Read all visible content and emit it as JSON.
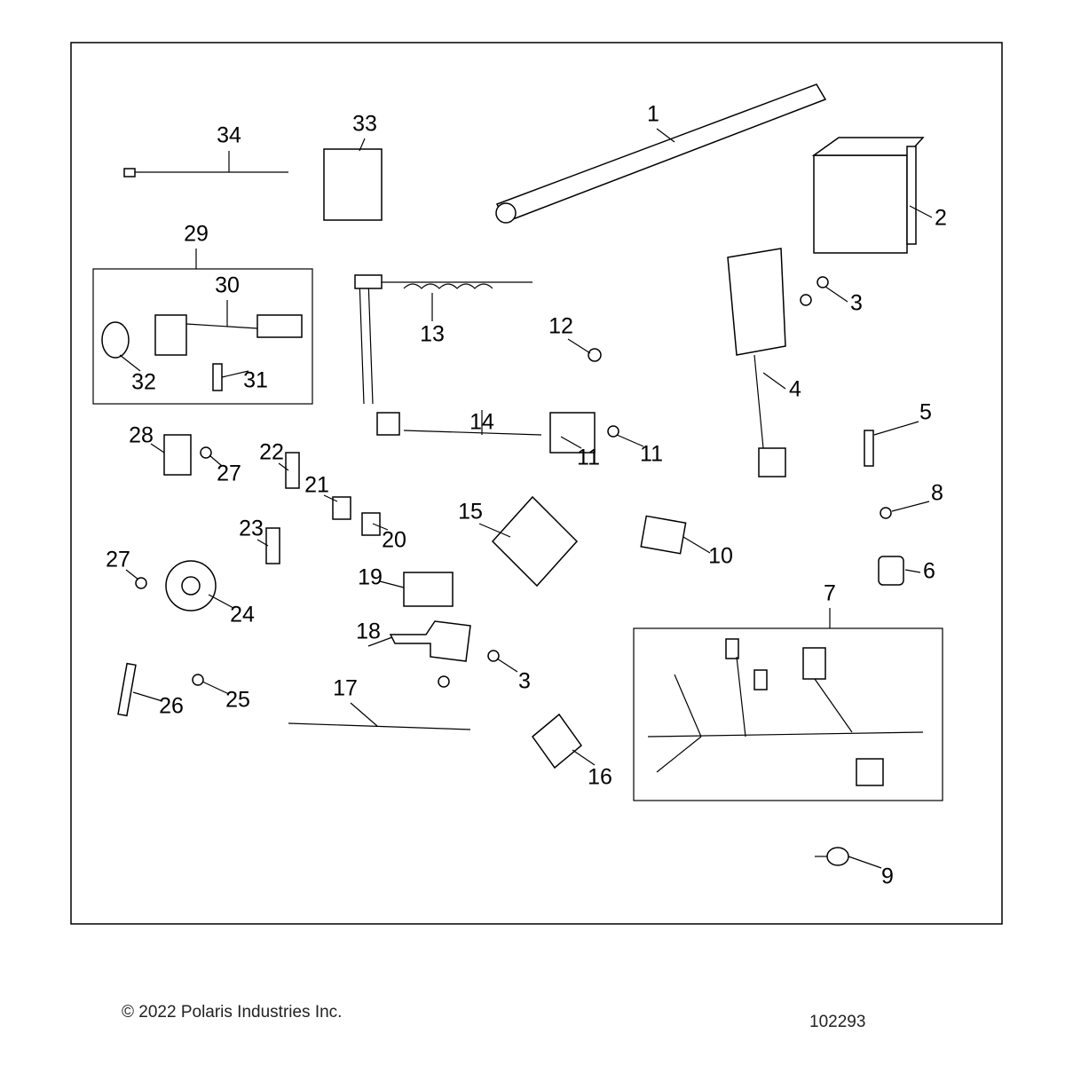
{
  "callouts": [
    "1",
    "2",
    "3",
    "4",
    "5",
    "6",
    "7",
    "8",
    "9",
    "10",
    "11",
    "11",
    "12",
    "13",
    "14",
    "15",
    "16",
    "17",
    "18",
    "19",
    "20",
    "21",
    "22",
    "23",
    "24",
    "25",
    "26",
    "27",
    "27",
    "28",
    "29",
    "30",
    "31",
    "32",
    "33",
    "34",
    "3"
  ],
  "footer": {
    "copyright": "© 2022 Polaris Industries Inc.",
    "diagram_number": "102293"
  }
}
